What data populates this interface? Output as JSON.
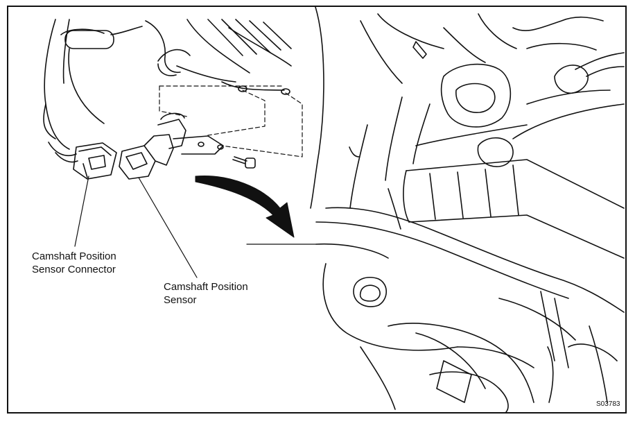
{
  "labels": {
    "connector_line1": "Camshaft Position",
    "connector_line2": "Sensor Connector",
    "sensor_line1": "Camshaft Position",
    "sensor_line2": "Sensor"
  },
  "figure_id": "S03783"
}
